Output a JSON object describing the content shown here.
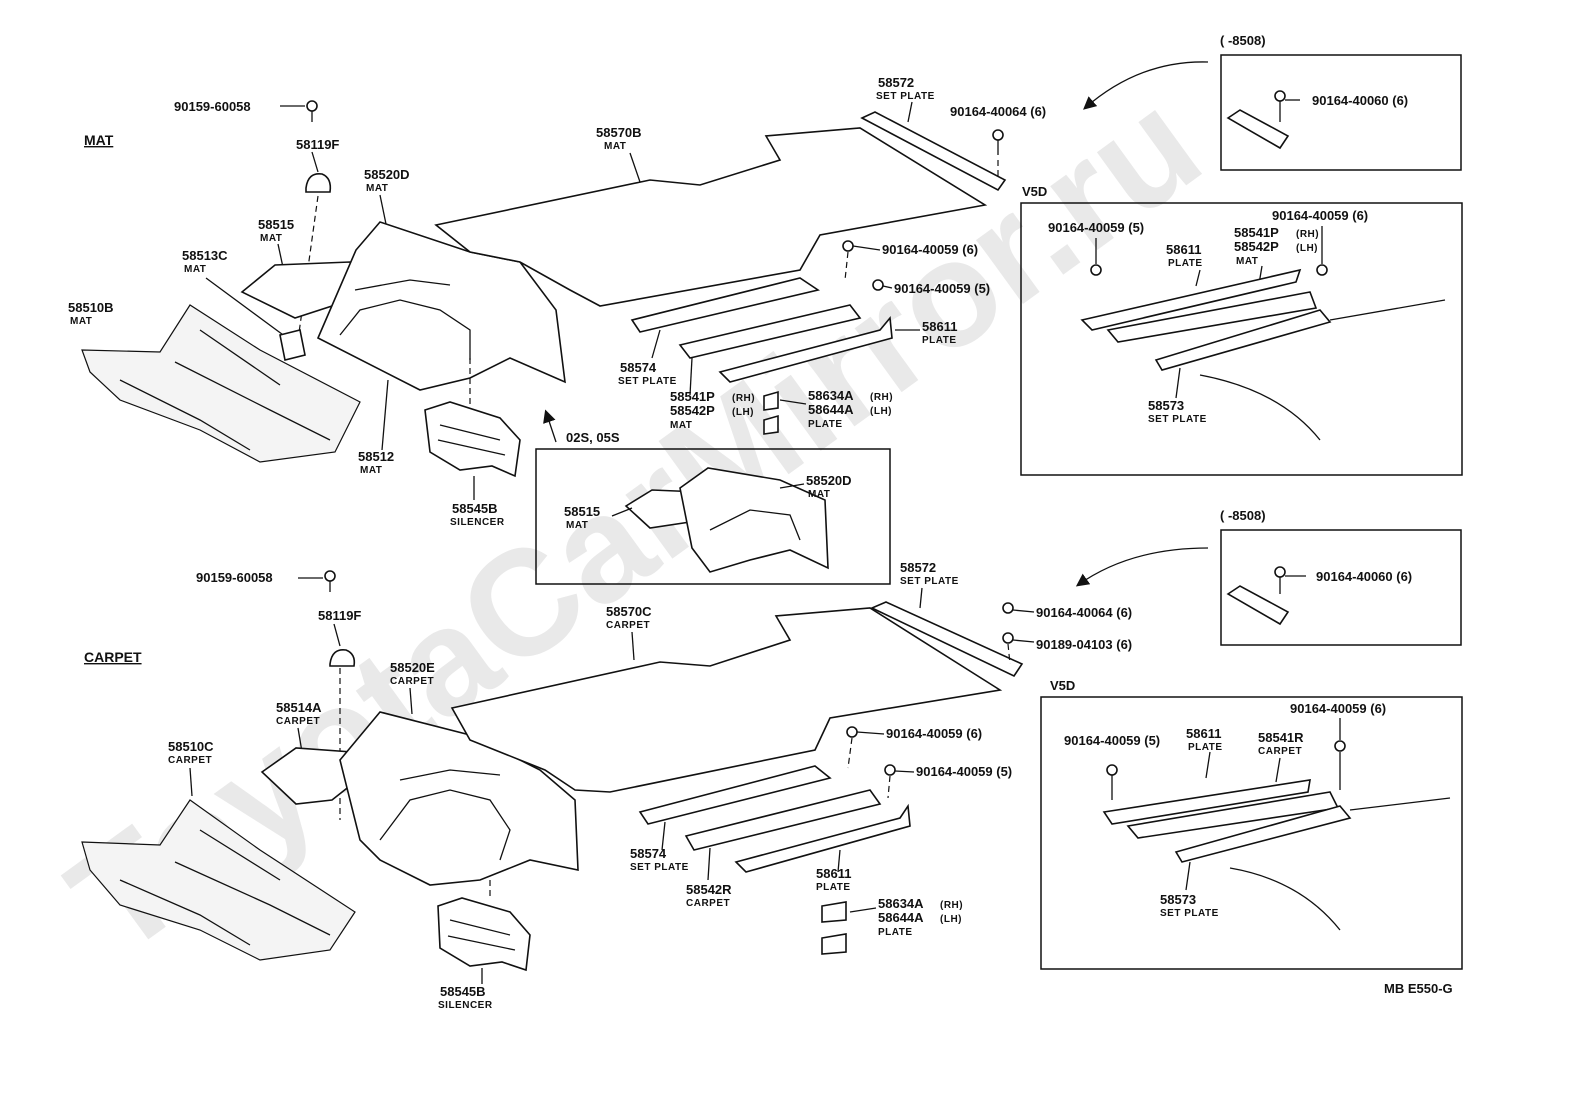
{
  "watermark": "ToyotaCarMirror.ru",
  "sections": {
    "mat": "MAT",
    "carpet": "CARPET"
  },
  "inset_labels": {
    "v5d_top": "V5D",
    "v5d_bottom": "V5D",
    "range_top": "(       -8508)",
    "range_bottom": "(       -8508)",
    "variant_arrow": "02S, 05S"
  },
  "diagram_code": "MB E550-G",
  "parts_mat": {
    "bolt_top": "90159-60058",
    "p58119f": "58119F",
    "p58520d": "58520D",
    "p58520d_n": "MAT",
    "p58515": "58515",
    "p58515_n": "MAT",
    "p58513c": "58513C",
    "p58513c_n": "MAT",
    "p58510b": "58510B",
    "p58510b_n": "MAT",
    "p58512": "58512",
    "p58512_n": "MAT",
    "p58545b": "58545B",
    "p58545b_n": "SILENCER",
    "p58570b": "58570B",
    "p58570b_n": "MAT",
    "p58572": "58572",
    "p58572_n": "SET PLATE",
    "s40064": "90164-40064 (6)",
    "s40059_6": "90164-40059 (6)",
    "s40059_5": "90164-40059 (5)",
    "p58574": "58574",
    "p58574_n": "SET PLATE",
    "p58611": "58611",
    "p58611_n": "PLATE",
    "p58541p": "58541P",
    "p58541p_s": "(RH)",
    "p58542p": "58542P",
    "p58542p_s": "(LH)",
    "p5854x_n": "MAT",
    "p58634a": "58634A",
    "p58634a_s": "(RH)",
    "p58644a": "58644A",
    "p58644a_s": "(LH)",
    "p586x4_n": "PLATE"
  },
  "inset_variant": {
    "p58515": "58515",
    "p58515_n": "MAT",
    "p58520d": "58520D",
    "p58520d_n": "MAT"
  },
  "inset_range_top": {
    "s40060": "90164-40060 (6)"
  },
  "inset_v5d_top": {
    "s40059_5": "90164-40059 (5)",
    "s40059_6": "90164-40059 (6)",
    "p58611": "58611",
    "p58611_n": "PLATE",
    "p58541p": "58541P",
    "p58541p_s": "(RH)",
    "p58542p": "58542P",
    "p58542p_s": "(LH)",
    "p5854x_n": "MAT",
    "p58573": "58573",
    "p58573_n": "SET PLATE"
  },
  "parts_carpet": {
    "bolt_top": "90159-60058",
    "p58119f": "58119F",
    "p58520e": "58520E",
    "p58520e_n": "CARPET",
    "p58514a": "58514A",
    "p58514a_n": "CARPET",
    "p58510c": "58510C",
    "p58510c_n": "CARPET",
    "p58545b": "58545B",
    "p58545b_n": "SILENCER",
    "p58570c": "58570C",
    "p58570c_n": "CARPET",
    "p58572": "58572",
    "p58572_n": "SET PLATE",
    "s40064": "90164-40064 (6)",
    "s04103": "90189-04103 (6)",
    "s40059_6": "90164-40059 (6)",
    "s40059_5": "90164-40059 (5)",
    "p58574": "58574",
    "p58574_n": "SET PLATE",
    "p58542r": "58542R",
    "p58542r_n": "CARPET",
    "p58611": "58611",
    "p58611_n": "PLATE",
    "p58634a": "58634A",
    "p58634a_s": "(RH)",
    "p58644a": "58644A",
    "p58644a_s": "(LH)",
    "p586x4_n": "PLATE"
  },
  "inset_range_bottom": {
    "s40060": "90164-40060 (6)"
  },
  "inset_v5d_bottom": {
    "s40059_5": "90164-40059 (5)",
    "s40059_6": "90164-40059 (6)",
    "p58611": "58611",
    "p58611_n": "PLATE",
    "p58541r": "58541R",
    "p58541r_n": "CARPET",
    "p58573": "58573",
    "p58573_n": "SET PLATE"
  }
}
